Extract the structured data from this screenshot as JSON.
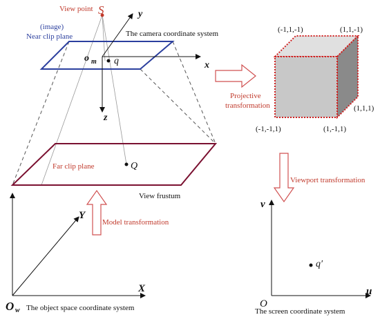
{
  "frustum": {
    "view_point_label": "View point",
    "view_point_symbol": "S",
    "near_plane_label": "Near clip plane",
    "near_plane_prefix": "(image)",
    "far_plane_label": "Far clip plane",
    "frustum_label": "View frustum",
    "camera_system_label": "The camera coordinate system",
    "origin_symbol": "o",
    "origin_subscript": "m",
    "image_point": "q",
    "space_point": "Q",
    "axis_x": "x",
    "axis_y": "y",
    "axis_z": "z"
  },
  "projection": {
    "arrow_label_line1": "Projective",
    "arrow_label_line2": "transformation",
    "cube_corners": {
      "top_left_back": "(-1,1,-1)",
      "top_right_back": "(1,1,-1)",
      "right_front": "(1,1,1)",
      "bottom_left_front": "(-1,-1,1)",
      "bottom_right_front": "(1,-1,1)"
    }
  },
  "viewport": {
    "arrow_label": "Viewport transformation",
    "axis_v": "v",
    "axis_u": "u",
    "origin": "O",
    "point": "q′",
    "system_label": "The screen coordinate system"
  },
  "object_space": {
    "arrow_label": "Model transformation",
    "axis_X": "X",
    "axis_Y": "Y",
    "origin_symbol": "O",
    "origin_subscript": "w",
    "system_label": "The object space coordinate system"
  },
  "colors": {
    "accent_red": "#c0392b",
    "near_plane_blue": "#2b3f9e",
    "far_plane_maroon": "#7a1030",
    "cube_face": "#c8c8c8",
    "cube_side": "#8a8a8a",
    "cube_top": "#e0e0e0"
  }
}
